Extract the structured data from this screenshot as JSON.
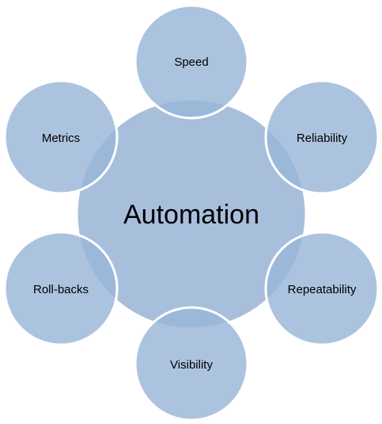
{
  "diagram": {
    "center": {
      "label": "Automation"
    },
    "satellites": [
      {
        "id": "speed",
        "label": "Speed"
      },
      {
        "id": "reliability",
        "label": "Reliability"
      },
      {
        "id": "repeatability",
        "label": "Repeatability"
      },
      {
        "id": "visibility",
        "label": "Visibility"
      },
      {
        "id": "roll-backs",
        "label": "Roll-backs"
      },
      {
        "id": "metrics",
        "label": "Metrics"
      }
    ]
  },
  "colors": {
    "center_fill": "#a8bfdc",
    "satellite_fill": "#9ab6d8",
    "outline": "#ffffff",
    "text": "#000000"
  }
}
